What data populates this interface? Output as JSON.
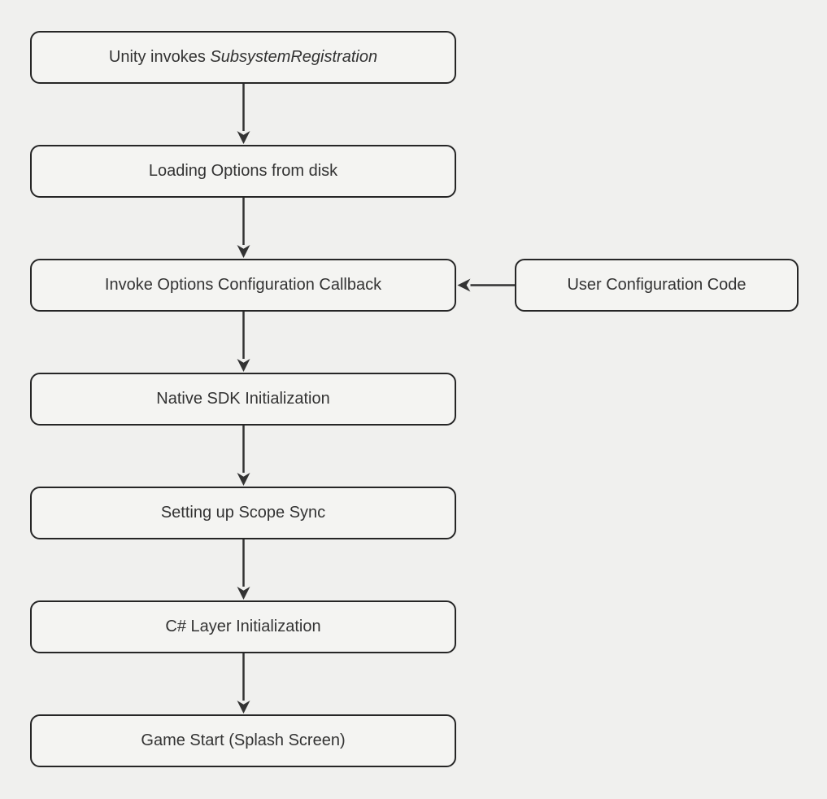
{
  "diagram": {
    "type": "flowchart",
    "direction": "top-down",
    "colors": {
      "background": "#f0f0ee",
      "node_fill": "#f4f4f2",
      "node_border": "#262626",
      "edge": "#333333",
      "text": "#333333"
    },
    "nodes": [
      {
        "id": "unity-invokes",
        "label_prefix": "Unity invokes ",
        "label_italic": "SubsystemRegistration"
      },
      {
        "id": "loading-options",
        "label": "Loading Options from disk"
      },
      {
        "id": "invoke-options-callback",
        "label": "Invoke Options Configuration Callback"
      },
      {
        "id": "user-configuration-code",
        "label": "User Configuration Code"
      },
      {
        "id": "native-sdk-initialization",
        "label": "Native SDK Initialization"
      },
      {
        "id": "setting-up-scope-sync",
        "label": "Setting up Scope Sync"
      },
      {
        "id": "csharp-layer-initialization",
        "label": "C# Layer Initialization"
      },
      {
        "id": "game-start",
        "label": "Game Start (Splash Screen)"
      }
    ],
    "edges": [
      {
        "from": "unity-invokes",
        "to": "loading-options"
      },
      {
        "from": "loading-options",
        "to": "invoke-options-callback"
      },
      {
        "from": "user-configuration-code",
        "to": "invoke-options-callback"
      },
      {
        "from": "invoke-options-callback",
        "to": "native-sdk-initialization"
      },
      {
        "from": "native-sdk-initialization",
        "to": "setting-up-scope-sync"
      },
      {
        "from": "setting-up-scope-sync",
        "to": "csharp-layer-initialization"
      },
      {
        "from": "csharp-layer-initialization",
        "to": "game-start"
      }
    ]
  }
}
